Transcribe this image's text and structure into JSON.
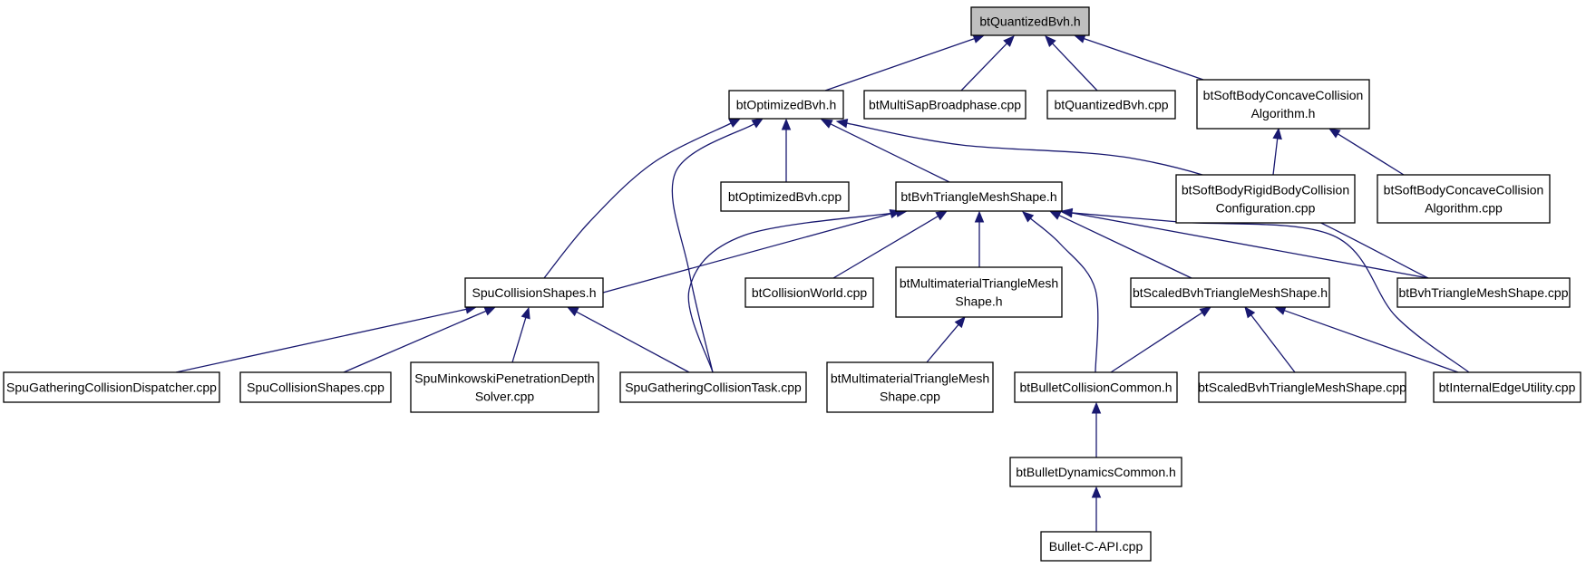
{
  "diagram": {
    "type": "include-dependency-graph",
    "colors": {
      "edge": "#191970",
      "node_fill": "#ffffff",
      "root_fill": "#bfbfbf",
      "border": "#000000"
    },
    "nodes": [
      {
        "id": "root",
        "lines": [
          "btQuantizedBvh.h"
        ],
        "root": true
      },
      {
        "id": "optBvhH",
        "lines": [
          "btOptimizedBvh.h"
        ]
      },
      {
        "id": "multiSap",
        "lines": [
          "btMultiSapBroadphase.cpp"
        ]
      },
      {
        "id": "qBvhCpp",
        "lines": [
          "btQuantizedBvh.cpp"
        ]
      },
      {
        "id": "softConcH",
        "lines": [
          "btSoftBodyConcaveCollision",
          "Algorithm.h"
        ]
      },
      {
        "id": "optBvhCpp",
        "lines": [
          "btOptimizedBvh.cpp"
        ]
      },
      {
        "id": "bvhTriH",
        "lines": [
          "btBvhTriangleMeshShape.h"
        ]
      },
      {
        "id": "softRigid",
        "lines": [
          "btSoftBodyRigidBodyCollision",
          "Configuration.cpp"
        ]
      },
      {
        "id": "softConcCpp",
        "lines": [
          "btSoftBodyConcaveCollision",
          "Algorithm.cpp"
        ]
      },
      {
        "id": "spuShapesH",
        "lines": [
          "SpuCollisionShapes.h"
        ]
      },
      {
        "id": "colWorld",
        "lines": [
          "btCollisionWorld.cpp"
        ]
      },
      {
        "id": "multiMatH",
        "lines": [
          "btMultimaterialTriangleMesh",
          "Shape.h"
        ]
      },
      {
        "id": "scaledH",
        "lines": [
          "btScaledBvhTriangleMeshShape.h"
        ]
      },
      {
        "id": "bvhTriCpp",
        "lines": [
          "btBvhTriangleMeshShape.cpp"
        ]
      },
      {
        "id": "spuGathDisp",
        "lines": [
          "SpuGatheringCollisionDispatcher.cpp"
        ]
      },
      {
        "id": "spuShapesCpp",
        "lines": [
          "SpuCollisionShapes.cpp"
        ]
      },
      {
        "id": "spuMink",
        "lines": [
          "SpuMinkowskiPenetrationDepth",
          "Solver.cpp"
        ]
      },
      {
        "id": "spuGathTask",
        "lines": [
          "SpuGatheringCollisionTask.cpp"
        ]
      },
      {
        "id": "multiMatCpp",
        "lines": [
          "btMultimaterialTriangleMesh",
          "Shape.cpp"
        ]
      },
      {
        "id": "bulletColl",
        "lines": [
          "btBulletCollisionCommon.h"
        ]
      },
      {
        "id": "scaledCpp",
        "lines": [
          "btScaledBvhTriangleMeshShape.cpp"
        ]
      },
      {
        "id": "internalEdge",
        "lines": [
          "btInternalEdgeUtility.cpp"
        ]
      },
      {
        "id": "bulletDyn",
        "lines": [
          "btBulletDynamicsCommon.h"
        ]
      },
      {
        "id": "bulletCApi",
        "lines": [
          "Bullet-C-API.cpp"
        ]
      }
    ],
    "edges": [
      {
        "from": "optBvhH",
        "to": "root"
      },
      {
        "from": "multiSap",
        "to": "root"
      },
      {
        "from": "qBvhCpp",
        "to": "root"
      },
      {
        "from": "softConcH",
        "to": "root"
      },
      {
        "from": "optBvhCpp",
        "to": "optBvhH"
      },
      {
        "from": "bvhTriH",
        "to": "optBvhH"
      },
      {
        "from": "spuShapesH",
        "to": "optBvhH"
      },
      {
        "from": "spuGathTask",
        "to": "optBvhH"
      },
      {
        "from": "bvhTriCpp",
        "to": "optBvhH"
      },
      {
        "from": "softRigid",
        "to": "softConcH"
      },
      {
        "from": "softConcCpp",
        "to": "softConcH"
      },
      {
        "from": "spuShapesH",
        "to": "bvhTriH"
      },
      {
        "from": "spuGathTask",
        "to": "bvhTriH"
      },
      {
        "from": "colWorld",
        "to": "bvhTriH"
      },
      {
        "from": "multiMatH",
        "to": "bvhTriH"
      },
      {
        "from": "bulletColl",
        "to": "bvhTriH"
      },
      {
        "from": "scaledH",
        "to": "bvhTriH"
      },
      {
        "from": "bvhTriCpp",
        "to": "bvhTriH"
      },
      {
        "from": "internalEdge",
        "to": "bvhTriH"
      },
      {
        "from": "spuGathDisp",
        "to": "spuShapesH"
      },
      {
        "from": "spuShapesCpp",
        "to": "spuShapesH"
      },
      {
        "from": "spuMink",
        "to": "spuShapesH"
      },
      {
        "from": "spuGathTask",
        "to": "spuShapesH"
      },
      {
        "from": "multiMatCpp",
        "to": "multiMatH"
      },
      {
        "from": "bulletColl",
        "to": "scaledH"
      },
      {
        "from": "scaledCpp",
        "to": "scaledH"
      },
      {
        "from": "internalEdge",
        "to": "scaledH"
      },
      {
        "from": "bulletDyn",
        "to": "bulletColl"
      },
      {
        "from": "bulletCApi",
        "to": "bulletDyn"
      }
    ]
  }
}
